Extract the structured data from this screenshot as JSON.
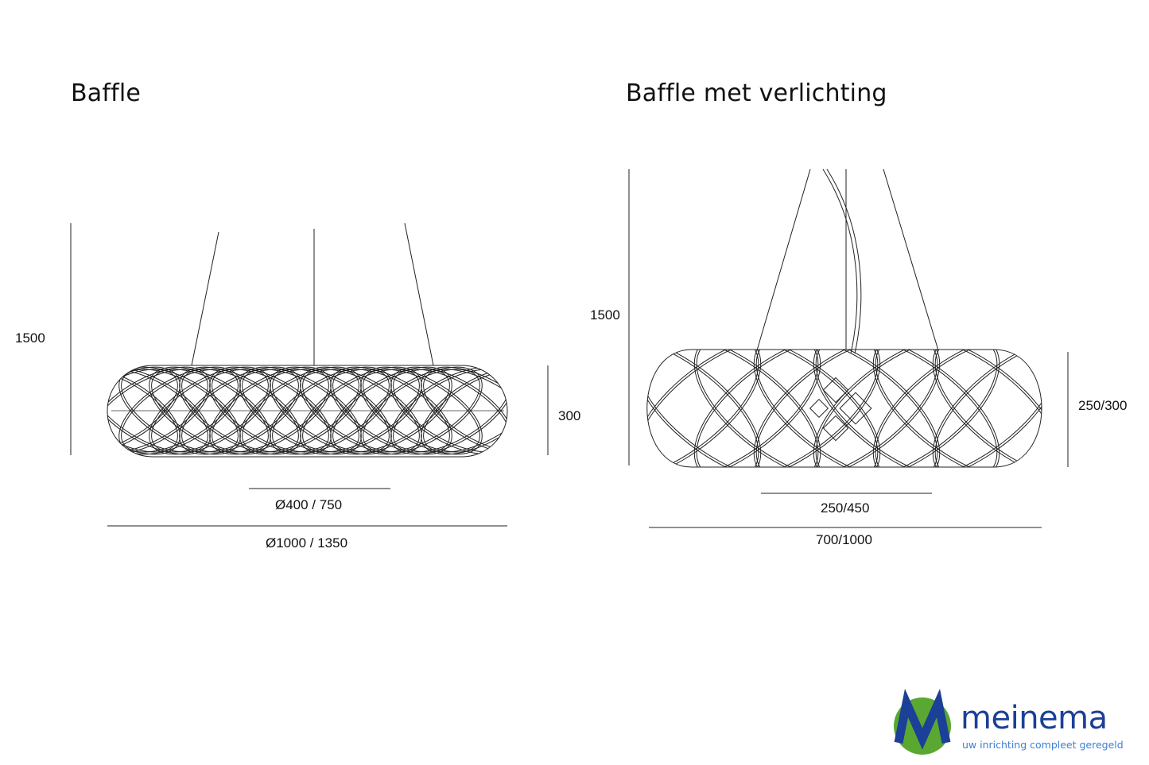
{
  "left": {
    "title": "Baffle",
    "height_label": "1500",
    "depth_label": "300",
    "inner_diameter_label": "Ø400 / 750",
    "outer_diameter_label": "Ø1000 / 1350"
  },
  "right": {
    "title": "Baffle met verlichting",
    "height_label": "1500",
    "depth_label": "250/300",
    "inner_width_label": "250/450",
    "outer_width_label": "700/1000"
  },
  "logo": {
    "name": "meinema",
    "tagline": "uw inrichting compleet geregeld",
    "colors": {
      "green": "#5aa832",
      "blue": "#1c3f97",
      "light_blue": "#3c7fd6"
    }
  }
}
